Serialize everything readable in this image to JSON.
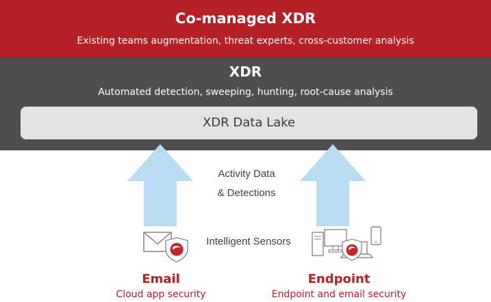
{
  "co_managed": {
    "title": "Co-managed XDR",
    "subtitle": "Existing teams augmentation, threat experts, cross-customer analysis"
  },
  "xdr": {
    "title": "XDR",
    "subtitle": "Automated detection, sweeping, hunting, root-cause analysis",
    "data_lake": "XDR Data Lake"
  },
  "flow": {
    "line1": "Activity Data",
    "line2": "& Detections"
  },
  "sensors": {
    "label": "Intelligent Sensors",
    "email": {
      "name": "Email",
      "description": "Cloud app security",
      "icon": "envelope-shield-icon"
    },
    "endpoint": {
      "name": "Endpoint",
      "description": "Endpoint and email security",
      "icon": "devices-shield-icon"
    }
  },
  "colors": {
    "brand_red": "#b52025",
    "dark_band": "#4e4e50",
    "data_lake": "#e3e3e3",
    "arrow": "#b8dcf2"
  }
}
